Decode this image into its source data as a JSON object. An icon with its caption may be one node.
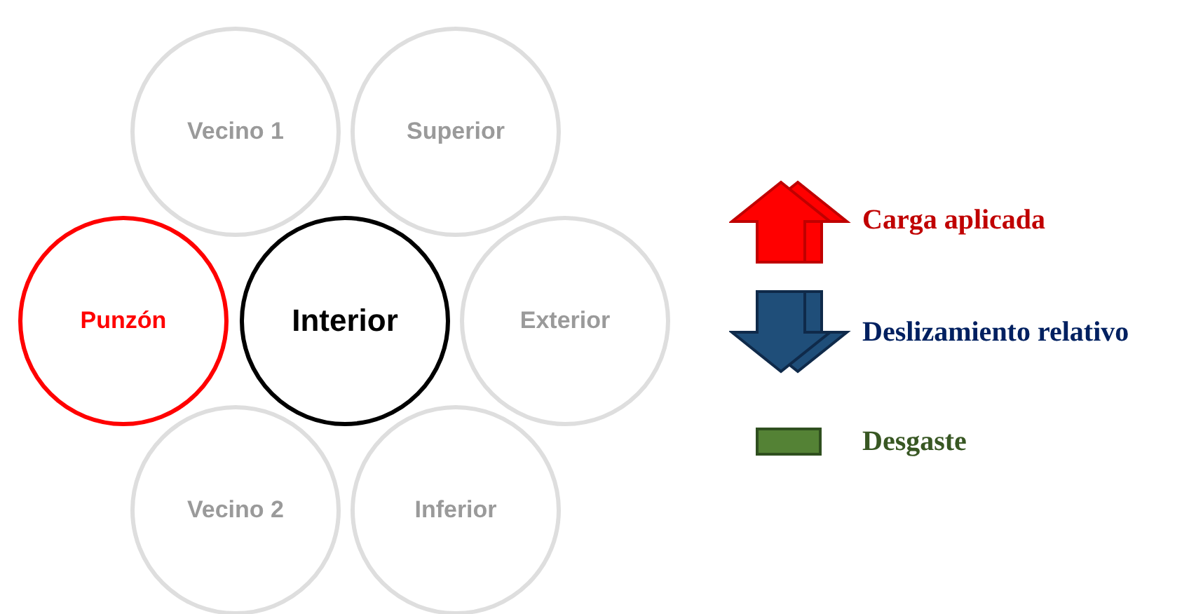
{
  "diagram": {
    "nodes": [
      {
        "text": [
          "Vecino 1"
        ]
      },
      {
        "text": [
          "Superior"
        ]
      },
      {
        "text": [
          "Punzón"
        ]
      },
      {
        "text": [
          "Interior"
        ]
      },
      {
        "text": [
          "Exterior"
        ]
      },
      {
        "text": [
          "Vecino 2"
        ]
      },
      {
        "text": [
          "Inferior"
        ]
      }
    ],
    "legend": [
      {
        "text": "Carga aplicada"
      },
      {
        "text": "Deslizamiento relativo"
      },
      {
        "text": "Desgaste",
        "color": "#548235"
      }
    ]
  }
}
